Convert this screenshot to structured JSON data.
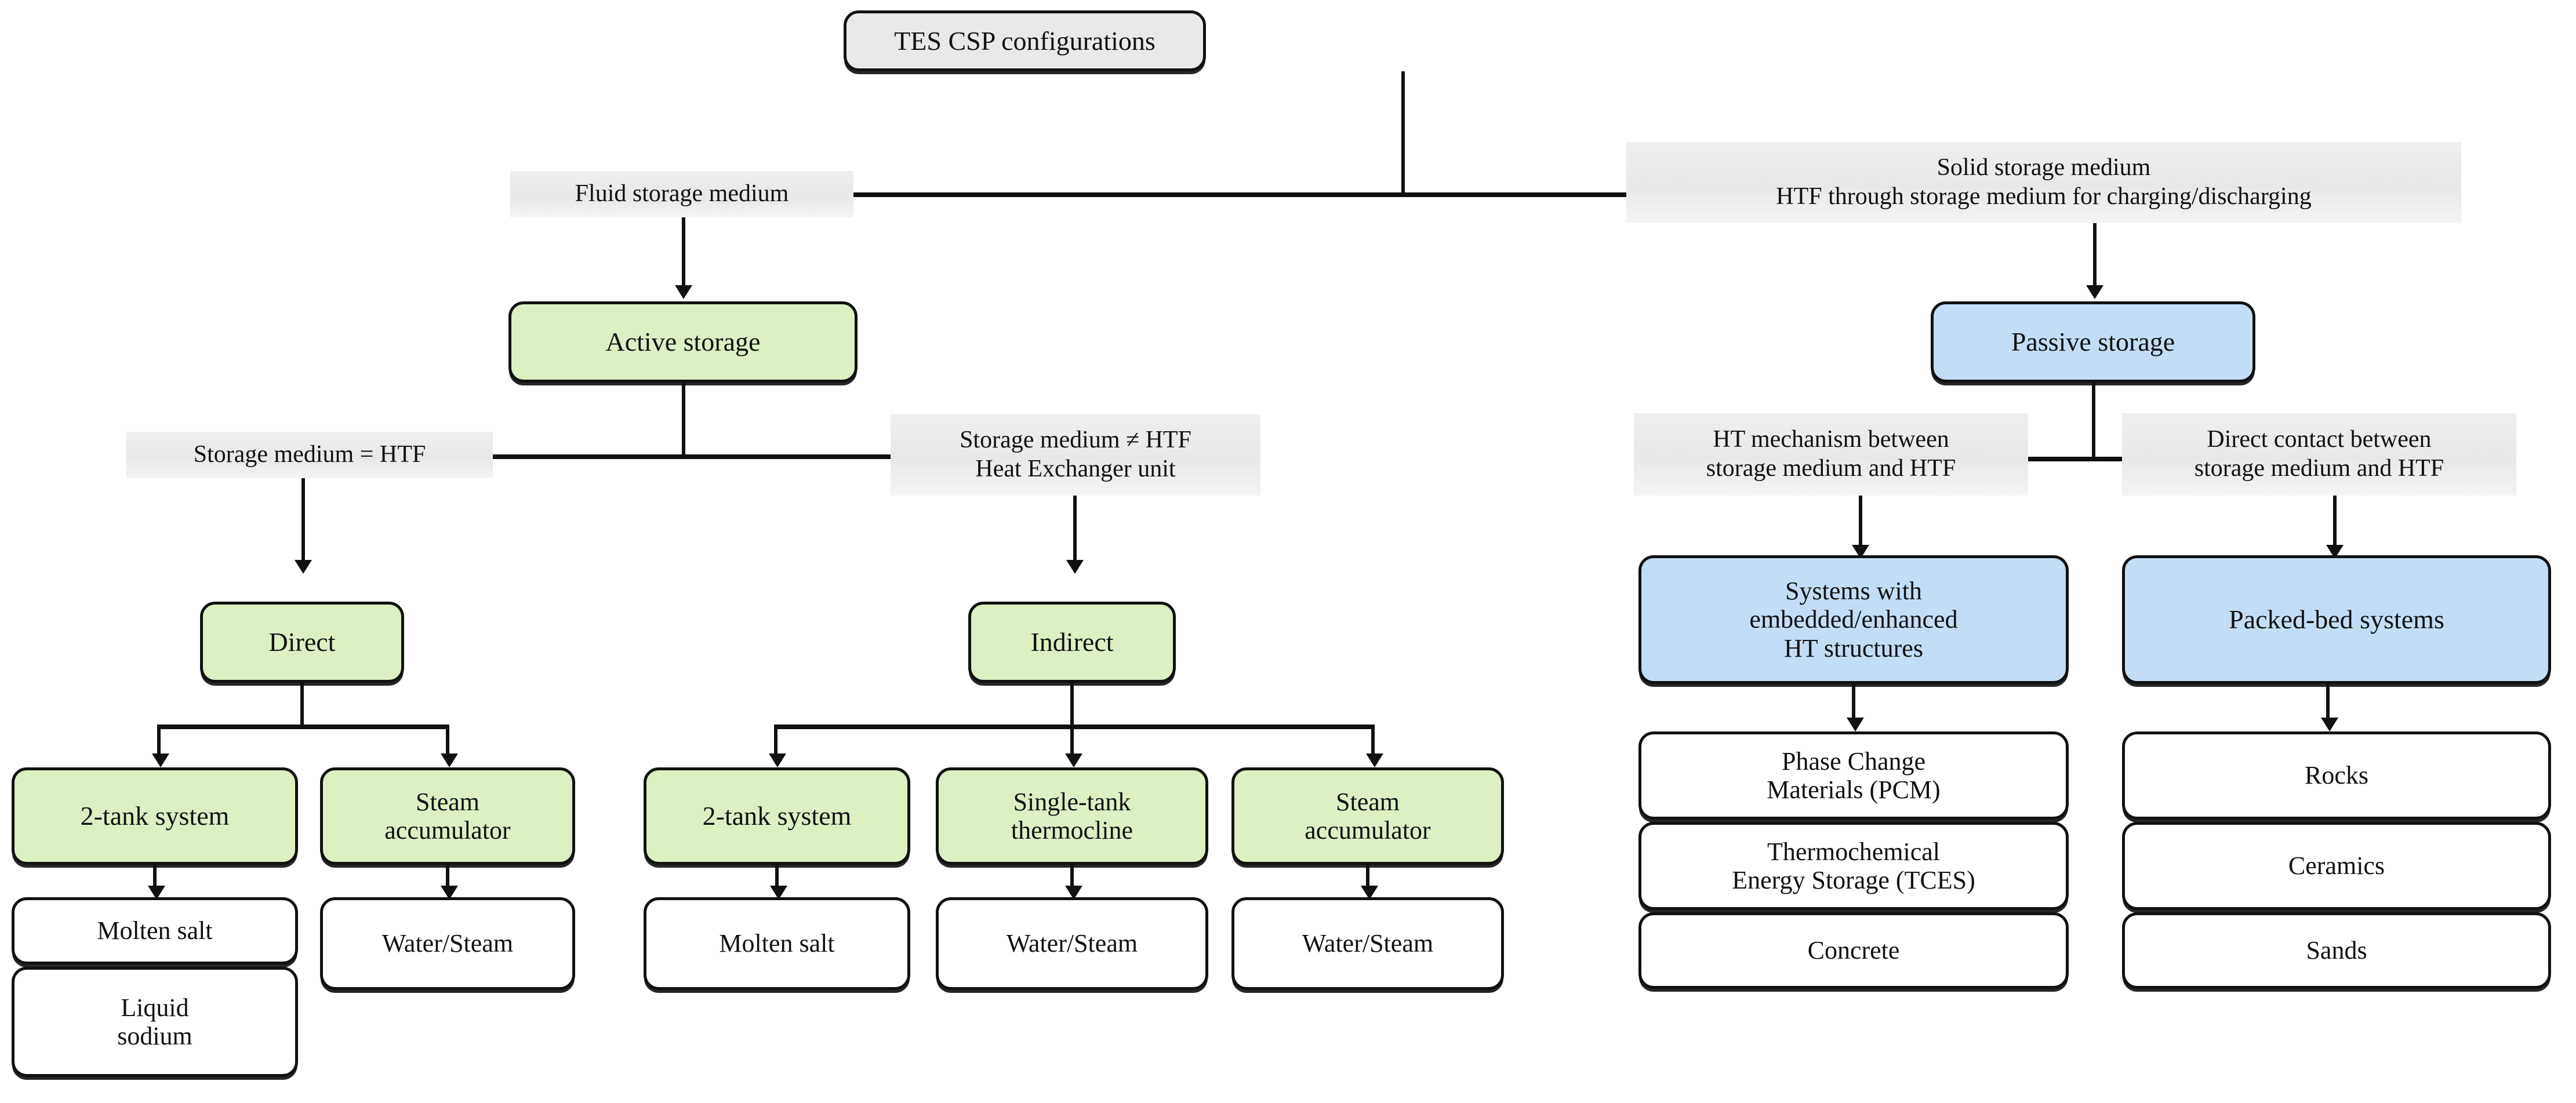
{
  "diagram": {
    "title": "TES CSP configurations",
    "root": {
      "label": "TES CSP configurations"
    },
    "branch_labels": {
      "fluid": "Fluid storage medium",
      "solid_line1": "Solid storage medium",
      "solid_line2": "HTF through storage medium for charging/discharging",
      "medium_equals_htf": "Storage medium = HTF",
      "medium_not_htf_line1": "Storage medium ≠ HTF",
      "medium_not_htf_line2": "Heat Exchanger unit",
      "ht_mech_line1": "HT mechanism between",
      "ht_mech_line2": "storage medium and HTF",
      "direct_contact_line1": "Direct contact between",
      "direct_contact_line2": "storage medium and HTF"
    },
    "level2": {
      "active": "Active storage",
      "passive": "Passive storage"
    },
    "level3": {
      "direct": "Direct",
      "indirect": "Indirect",
      "embedded_line1": "Systems with",
      "embedded_line2": "embedded/enhanced",
      "embedded_line3": "HT structures",
      "packed_bed": "Packed-bed systems"
    },
    "direct_children": [
      {
        "label_line1": "2-tank system",
        "label_line2": ""
      },
      {
        "label_line1": "Steam",
        "label_line2": "accumulator"
      }
    ],
    "direct_media": [
      {
        "lines": [
          "Molten salt"
        ]
      },
      {
        "lines": [
          "Liquid",
          "sodium"
        ]
      },
      {
        "lines": [
          "Water/Steam"
        ]
      }
    ],
    "indirect_children": [
      {
        "label_line1": "2-tank system",
        "label_line2": ""
      },
      {
        "label_line1": "Single-tank",
        "label_line2": "thermocline"
      },
      {
        "label_line1": "Steam",
        "label_line2": "accumulator"
      }
    ],
    "indirect_media": [
      {
        "lines": [
          "Molten salt"
        ]
      },
      {
        "lines": [
          "Water/Steam"
        ]
      },
      {
        "lines": [
          "Water/Steam"
        ]
      }
    ],
    "embedded_media": [
      {
        "lines": [
          "Phase Change",
          "Materials (PCM)"
        ]
      },
      {
        "lines": [
          "Thermochemical",
          "Energy Storage (TCES)"
        ]
      },
      {
        "lines": [
          "Concrete"
        ]
      }
    ],
    "packedbed_media": [
      {
        "lines": [
          "Rocks"
        ]
      },
      {
        "lines": [
          "Ceramics"
        ]
      },
      {
        "lines": [
          "Sands"
        ]
      }
    ],
    "colors": {
      "root_fill": "#e9e9e9",
      "active_fill": "#dcf0c2",
      "passive_fill": "#c3ddf6",
      "leaf_fill": "#ffffff",
      "stroke": "#111111",
      "label_fill": "#ececec"
    }
  }
}
